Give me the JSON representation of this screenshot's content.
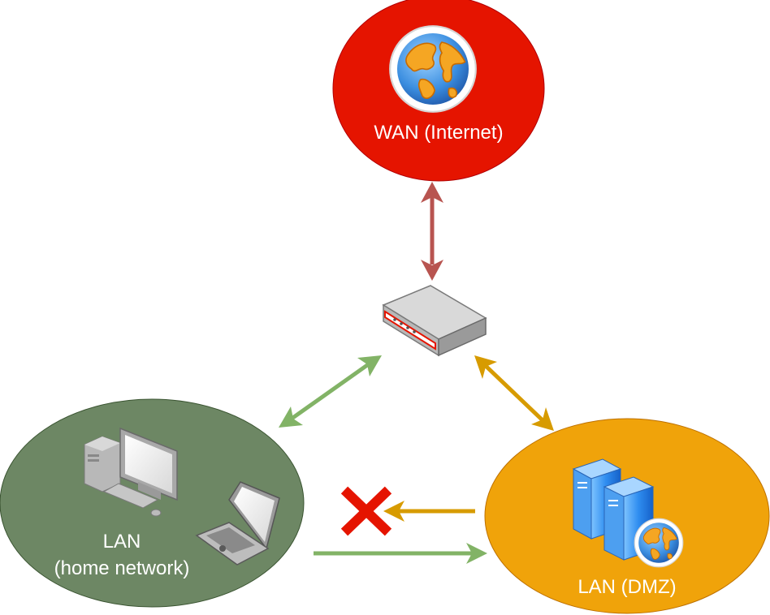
{
  "nodes": {
    "wan": {
      "label": "WAN (Internet)",
      "fill": "#e51400"
    },
    "home": {
      "label_line1": "LAN",
      "label_line2": "(home network)",
      "fill": "#6d8764"
    },
    "dmz": {
      "label": "LAN (DMZ)",
      "fill": "#f0a30a"
    }
  },
  "icons": {
    "globe": "globe-icon",
    "router": "router-icon",
    "desktop": "desktop-computer-icon",
    "laptop": "laptop-icon",
    "servers": "server-rack-icon",
    "blocked": "red-x-icon"
  },
  "colors": {
    "wan_link": "#b85450",
    "home_link": "#82b366",
    "dmz_link": "#d79b00",
    "blocked_mark": "#e51400"
  }
}
